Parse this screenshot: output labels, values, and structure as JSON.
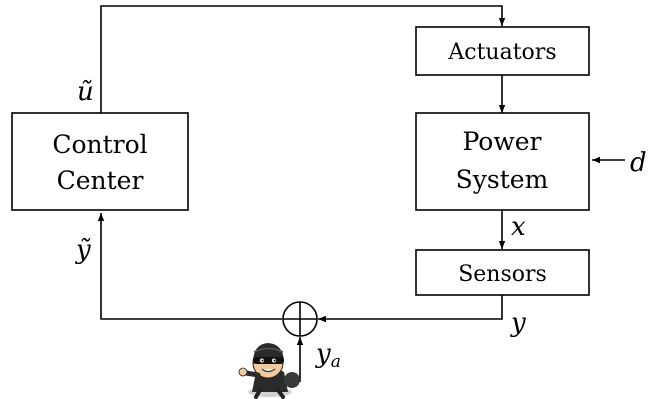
{
  "blocks": {
    "actuators": "Actuators",
    "control_center": [
      "Control",
      "Center"
    ],
    "power_system": [
      "Power",
      "System"
    ],
    "sensors": "Sensors"
  },
  "signals": {
    "u_tilde": "ũ",
    "y_tilde": "ỹ",
    "x": "x",
    "y": "y",
    "d": "d",
    "y_a": "y",
    "y_a_sub": "a"
  },
  "icons": {
    "attacker": "attacker-icon",
    "summing_junction": "summing-junction-icon"
  }
}
